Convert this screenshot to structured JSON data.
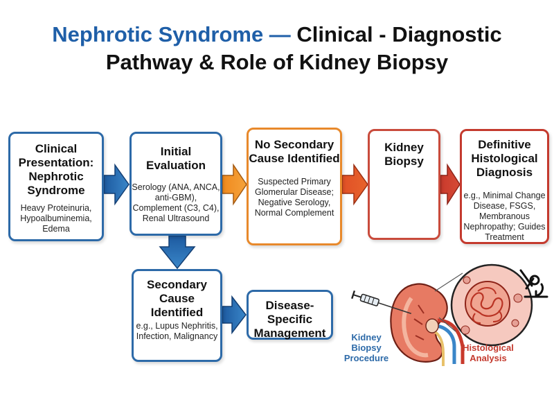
{
  "title": {
    "accent": "Nephrotic Syndrome — ",
    "line1_rest": "Clinical - Diagnostic",
    "line2": "Pathway & Role of Kidney Biopsy"
  },
  "boxes": {
    "clinical": {
      "head": "Clinical Presentation: Nephrotic Syndrome",
      "body": "Heavy Proteinuria, Hypoalbuminemia, Edema"
    },
    "initial": {
      "head": "Initial Evaluation",
      "body": "Serology (ANA, ANCA, anti-GBM), Complement (C3, C4), Renal Ultrasound"
    },
    "no_secondary": {
      "head": "No Secondary Cause Identified",
      "body": "Suspected Primary Glomerular Disease; Negative Serology, Normal Complement"
    },
    "biopsy": {
      "head": "Kidney Biopsy"
    },
    "definitive": {
      "head": "Definitive Histological Diagnosis",
      "body": "e.g., Minimal Change Disease, FSGS, Membranous Nephropathy; Guides Treatment"
    },
    "secondary": {
      "head": "Secondary Cause Identified",
      "body": "e.g., Lupus Nephritis, Infection, Malignancy"
    },
    "management": {
      "head": "Disease-Specific Management"
    }
  },
  "illustration": {
    "procedure_label": "Kidney Biopsy Procedure",
    "histology_label": "Histological Analysis"
  },
  "colors": {
    "blue": "#2d6aa8",
    "orange": "#e8892b",
    "red": "#c94b3c",
    "title_accent": "#1f5fa8"
  },
  "icons": [
    "syringe-icon",
    "kidney-icon",
    "microscope-icon"
  ]
}
